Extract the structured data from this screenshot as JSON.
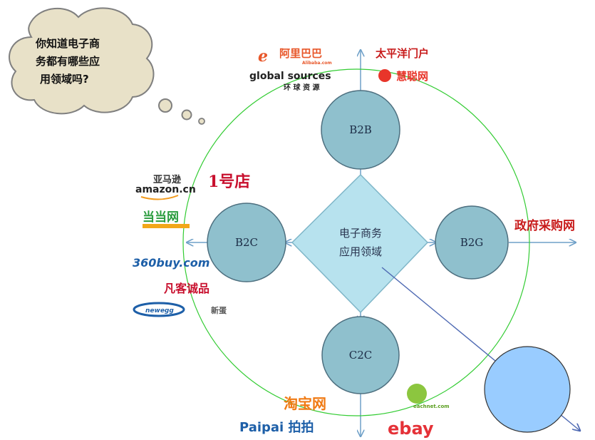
{
  "colors": {
    "node_fill": "#8fc0cd",
    "node_stroke": "#4d6f7f",
    "diamond_fill": "#b7e2ee",
    "big_circle": "#33cc33",
    "arrow": "#6fa0c8",
    "pointer_line": "#4f6ab3",
    "blank_circle": "#99ccff",
    "bubble_fill": "#e8e1c8",
    "bubble_stroke": "#7f7f7f"
  },
  "thought_bubble": {
    "lines": [
      "你知道电子商",
      "务都有哪些应",
      "用领域吗?"
    ]
  },
  "center": {
    "lines": [
      "电子商务",
      "应用领域"
    ]
  },
  "nodes": {
    "b2b": "B2B",
    "b2c": "B2C",
    "b2g": "B2G",
    "c2c": "C2C"
  },
  "logos": {
    "b2b": {
      "alibaba": "阿里巴巴",
      "alibaba_sub": "Alibaba.com",
      "globalsources": "global sources",
      "globalsources_sub": "环 球 资 源",
      "pacific": "太平洋门户",
      "huicong": "慧聪网"
    },
    "b2c": {
      "amazon_cn": "亚马逊",
      "amazon": "amazon.cn",
      "yihaodian": "1号店",
      "dangdang": "当当网",
      "buy360": "360buy.com",
      "fanke": "凡客诚品",
      "newegg": "newegg",
      "newegg_cn": "新蛋"
    },
    "b2g": {
      "gov": "政府采购网"
    },
    "c2c": {
      "taobao": "淘宝网",
      "paipai": "Paipai 拍拍",
      "eachnet": "eachnet.com",
      "ebay": "ebay"
    }
  }
}
